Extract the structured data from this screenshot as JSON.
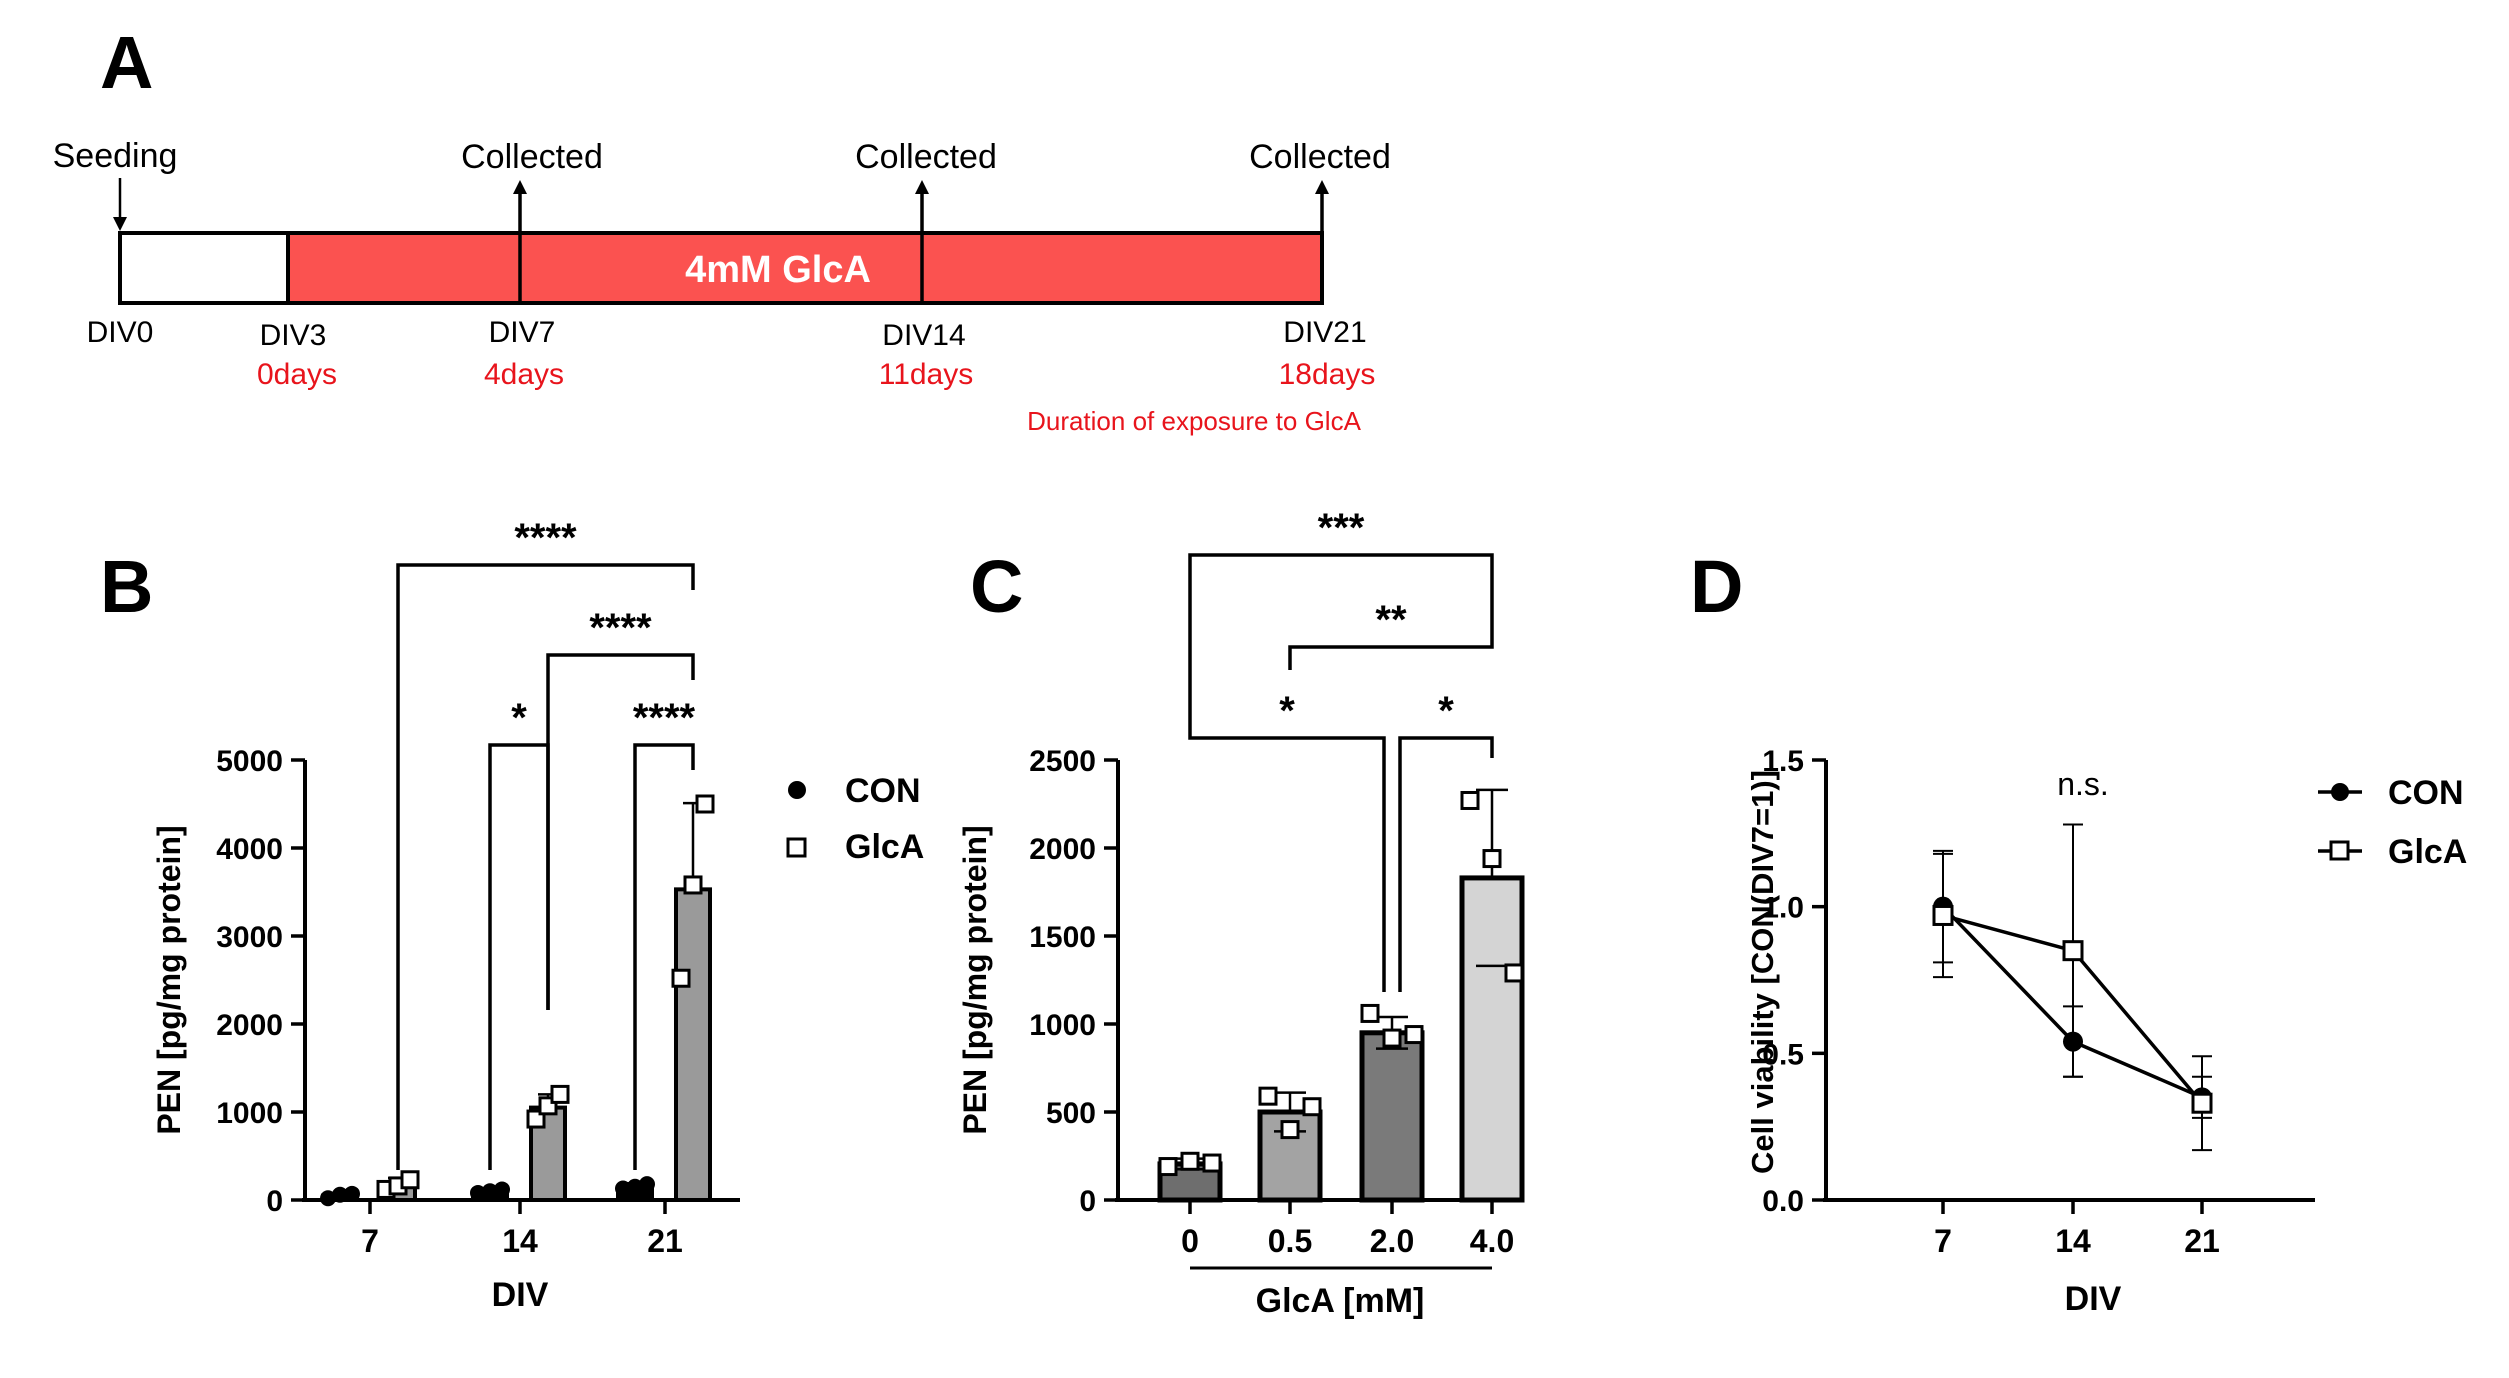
{
  "panels": {
    "A": "A",
    "B": "B",
    "C": "C",
    "D": "D"
  },
  "timeline": {
    "seeding": "Seeding",
    "collected": [
      "Collected",
      "Collected",
      "Collected"
    ],
    "treatment": "4mM GlcA",
    "div_labels": [
      "DIV0",
      "DIV3",
      "DIV7",
      "DIV14",
      "DIV21"
    ],
    "day_labels": [
      "0days",
      "4days",
      "11days",
      "18days"
    ],
    "note": "Duration of exposure to GlcA",
    "colors": {
      "treatment_bar": "#fb5250",
      "red_text": "#e8141c"
    }
  },
  "chart_data": [
    {
      "id": "B",
      "type": "bar",
      "xlabel": "DIV",
      "ylabel": "PEN [pg/mg protein]",
      "categories": [
        "7",
        "14",
        "21"
      ],
      "ylim": [
        0,
        5000
      ],
      "yticks": [
        "0",
        "1000",
        "2000",
        "3000",
        "4000",
        "5000"
      ],
      "legend": {
        "placement": "right",
        "entries": [
          "CON",
          "GlcA"
        ]
      },
      "series": [
        {
          "name": "CON",
          "values": [
            50,
            100,
            150
          ],
          "sd": [
            30,
            30,
            40
          ],
          "points": [
            [
              20,
              60,
              70
            ],
            [
              80,
              100,
              120
            ],
            [
              130,
              150,
              180
            ]
          ]
        },
        {
          "name": "GlcA",
          "values": [
            170,
            1050,
            3530
          ],
          "sd": [
            80,
            150,
            980
          ],
          "points": [
            [
              120,
              160,
              230
            ],
            [
              920,
              1070,
              1200
            ],
            [
              2520,
              3580,
              4500
            ]
          ]
        }
      ],
      "significance": [
        {
          "from": "7-GlcA",
          "to": "21-GlcA",
          "label": "****"
        },
        {
          "from": "14-GlcA",
          "to": "21-GlcA",
          "label": "****"
        },
        {
          "from": "14-CON",
          "to": "14-GlcA",
          "label": "*"
        },
        {
          "from": "21-CON",
          "to": "21-GlcA",
          "label": "****"
        }
      ]
    },
    {
      "id": "C",
      "type": "bar",
      "xlabel": "GlcA [mM]",
      "ylabel": "PEN [pg/mg protein]",
      "categories": [
        "0",
        "0.5",
        "2.0",
        "4.0"
      ],
      "ylim": [
        0,
        2500
      ],
      "yticks": [
        "0",
        "500",
        "1000",
        "1500",
        "2000",
        "2500"
      ],
      "values": [
        205,
        500,
        950,
        1830
      ],
      "sd": [
        30,
        110,
        90,
        500
      ],
      "points": [
        [
          190,
          220,
          210
        ],
        [
          590,
          400,
          530
        ],
        [
          1060,
          920,
          940
        ],
        [
          2270,
          1940,
          1290
        ]
      ],
      "significance": [
        {
          "from": "0",
          "to": "4.0",
          "label": "***"
        },
        {
          "from": "0.5",
          "to": "4.0",
          "label": "**"
        },
        {
          "from": "0",
          "to": "2.0",
          "label": "*"
        },
        {
          "from": "2.0",
          "to": "4.0",
          "label": "*"
        }
      ]
    },
    {
      "id": "D",
      "type": "line",
      "xlabel": "DIV",
      "ylabel": "Cell viability [CON(DIV7=1)]",
      "x": [
        "7",
        "14",
        "21"
      ],
      "ylim": [
        0,
        1.5
      ],
      "yticks": [
        "0.0",
        "0.5",
        "1.0",
        "1.5"
      ],
      "legend": {
        "placement": "right",
        "entries": [
          "CON",
          "GlcA"
        ]
      },
      "annotation": "n.s.",
      "series": [
        {
          "name": "CON",
          "values": [
            1.0,
            0.54,
            0.35
          ],
          "err": [
            0.19,
            0.12,
            0.07
          ]
        },
        {
          "name": "GlcA",
          "values": [
            0.97,
            0.85,
            0.33
          ],
          "err": [
            0.21,
            0.43,
            0.16
          ]
        }
      ]
    }
  ]
}
